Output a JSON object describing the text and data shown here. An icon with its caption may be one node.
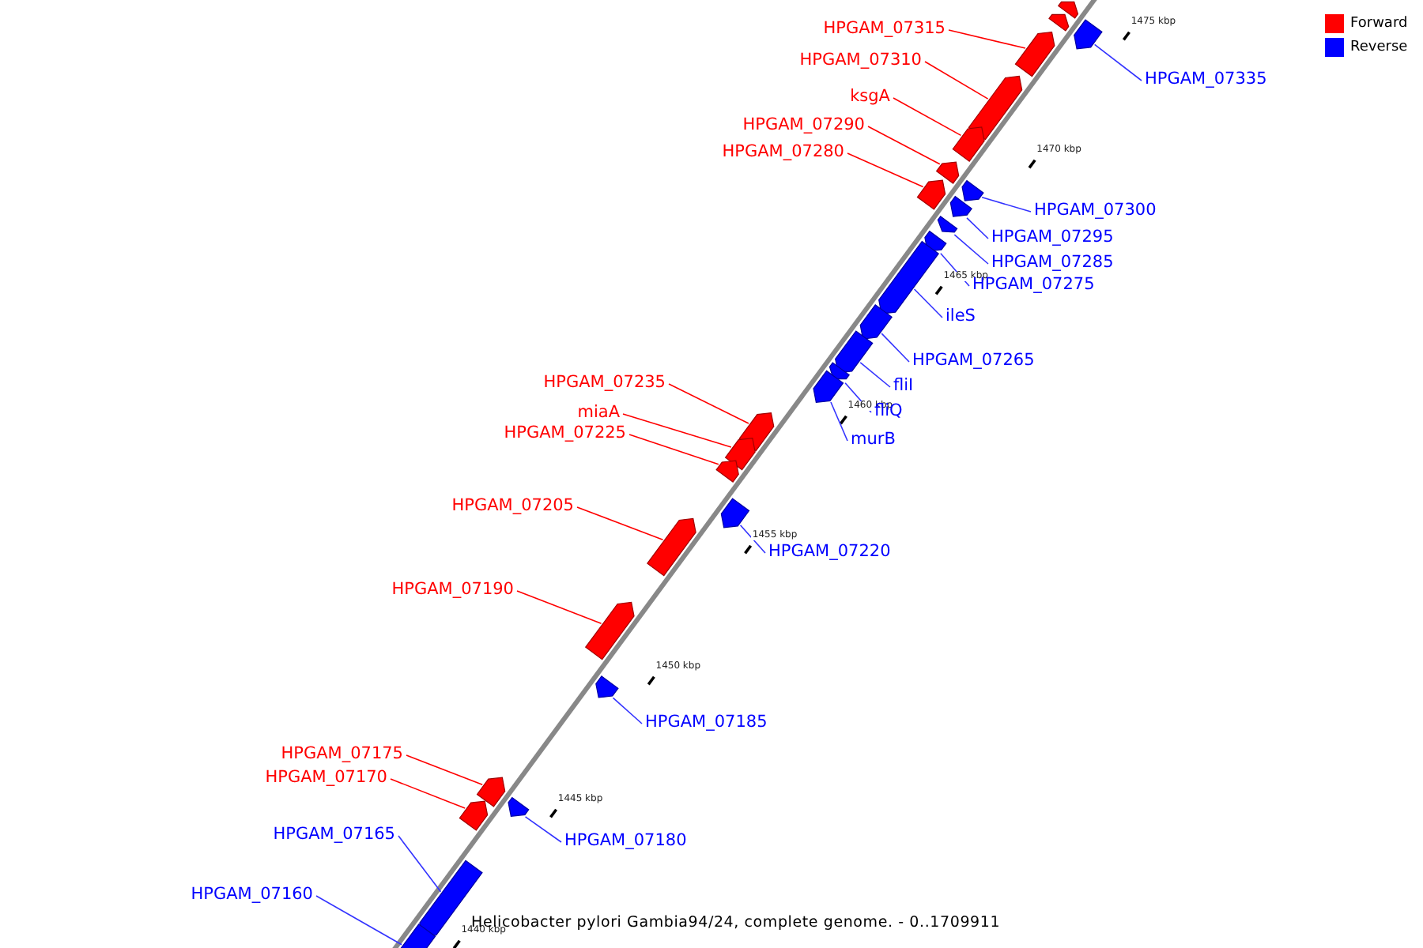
{
  "diagram": {
    "caption": "Helicobacter pylori Gambia94/24, complete genome. - 0..1709911",
    "nodes": [
      {
        "text": [
          "HPGAM_07315"
        ]
      },
      {
        "text": [],
        "shape": "arrow"
      },
      {
        "text": [
          "HPGAM_07310"
        ]
      },
      {
        "text": [],
        "shape": "arrow"
      },
      {
        "text": [
          "HPGAM_07335"
        ]
      },
      {
        "text": [],
        "shape": "arrow"
      },
      {
        "text": [
          "ksgA"
        ]
      },
      {
        "text": [],
        "shape": "arrow"
      },
      {
        "text": [
          "HPGAM_07290"
        ]
      },
      {
        "text": [],
        "shape": "arrow"
      },
      {
        "text": [
          "HPGAM_07280"
        ]
      },
      {
        "text": [],
        "shape": "arrow"
      },
      {
        "text": [
          "HPGAM_07300"
        ]
      },
      {
        "text": [],
        "shape": "arrow"
      },
      {
        "text": [
          "HPGAM_07295"
        ]
      },
      {
        "text": [],
        "shape": "arrow"
      },
      {
        "text": [
          "HPGAM_07285"
        ]
      },
      {
        "text": [],
        "shape": "arrow"
      },
      {
        "text": [
          "HPGAM_07275"
        ]
      },
      {
        "text": [],
        "shape": "arrow"
      },
      {
        "text": [
          "ileS"
        ]
      },
      {
        "text": [],
        "shape": "arrow"
      },
      {
        "text": [
          "HPGAM_07265"
        ]
      },
      {
        "text": [],
        "shape": "arrow"
      },
      {
        "text": [
          "HPGAM_07235"
        ]
      },
      {
        "text": [],
        "shape": "arrow"
      },
      {
        "text": [
          "fliI"
        ]
      },
      {
        "text": [],
        "shape": "arrow"
      },
      {
        "text": [
          "fliQ"
        ]
      },
      {
        "text": [],
        "shape": "arrow"
      },
      {
        "text": [
          "miaA"
        ]
      },
      {
        "text": [],
        "shape": "arrow"
      },
      {
        "text": [
          "HPGAM_07225"
        ]
      },
      {
        "text": [],
        "shape": "arrow"
      },
      {
        "text": [
          "murB"
        ]
      },
      {
        "text": [],
        "shape": "arrow"
      },
      {
        "text": [
          "HPGAM_07205"
        ]
      },
      {
        "text": [],
        "shape": "arrow"
      },
      {
        "text": [
          "HPGAM_07220"
        ]
      },
      {
        "text": [],
        "shape": "arrow"
      },
      {
        "text": [
          "HPGAM_07190"
        ]
      },
      {
        "text": [],
        "shape": "arrow"
      },
      {
        "text": [
          "HPGAM_07185"
        ]
      },
      {
        "text": [],
        "shape": "arrow"
      },
      {
        "text": [
          "HPGAM_07175"
        ]
      },
      {
        "text": [],
        "shape": "arrow"
      },
      {
        "text": [
          "HPGAM_07170"
        ]
      },
      {
        "text": [],
        "shape": "arrow"
      },
      {
        "text": [
          "HPGAM_07165"
        ]
      },
      {
        "text": [],
        "shape": "arrow"
      },
      {
        "text": [
          "HPGAM_07180"
        ]
      },
      {
        "text": [],
        "shape": "arrow"
      },
      {
        "text": [
          "HPGAM_07160"
        ]
      },
      {
        "text": [],
        "shape": "arrow"
      }
    ],
    "edges": [
      {
        "from": 0,
        "to": 1,
        "arrow": "none",
        "color": "#ff0000"
      },
      {
        "from": 2,
        "to": 3,
        "arrow": "none",
        "color": "#ff0000"
      },
      {
        "from": 4,
        "to": 5,
        "arrow": "none"
      },
      {
        "from": 6,
        "to": 7,
        "arrow": "none",
        "color": "#ff0000"
      },
      {
        "from": 8,
        "to": 9,
        "arrow": "none",
        "color": "#ff0000"
      },
      {
        "from": 10,
        "to": 11,
        "arrow": "none",
        "color": "#ff0000"
      },
      {
        "from": 12,
        "to": 13,
        "arrow": "none"
      },
      {
        "from": 14,
        "to": 15,
        "arrow": "none"
      },
      {
        "from": 16,
        "to": 17,
        "arrow": "none"
      },
      {
        "from": 18,
        "to": 19,
        "arrow": "none"
      },
      {
        "from": 20,
        "to": 21,
        "arrow": "none"
      },
      {
        "from": 22,
        "to": 23,
        "arrow": "none"
      },
      {
        "from": 24,
        "to": 25,
        "arrow": "none",
        "color": "#ff0000"
      },
      {
        "from": 26,
        "to": 27,
        "arrow": "none"
      },
      {
        "from": 28,
        "to": 29,
        "arrow": "none"
      },
      {
        "from": 30,
        "to": 31,
        "arrow": "none",
        "color": "#ff0000"
      },
      {
        "from": 32,
        "to": 33,
        "arrow": "none",
        "color": "#ff0000"
      },
      {
        "from": 34,
        "to": 35,
        "arrow": "none"
      },
      {
        "from": 36,
        "to": 37,
        "arrow": "none",
        "color": "#ff0000"
      },
      {
        "from": 38,
        "to": 39,
        "arrow": "none"
      },
      {
        "from": 40,
        "to": 41,
        "arrow": "none",
        "color": "#ff0000"
      },
      {
        "from": 42,
        "to": 43,
        "arrow": "none"
      },
      {
        "from": 44,
        "to": 45,
        "arrow": "none",
        "color": "#ff0000"
      },
      {
        "from": 46,
        "to": 47,
        "arrow": "none",
        "color": "#ff0000"
      },
      {
        "from": 48,
        "to": 49,
        "arrow": "none"
      },
      {
        "from": 50,
        "to": 51,
        "arrow": "none"
      },
      {
        "from": 52,
        "to": 53,
        "arrow": "none"
      }
    ],
    "labels": [
      "1475 kbp",
      "1470 kbp",
      "1465 kbp",
      "1460 kbp",
      "1455 kbp",
      "1450 kbp",
      "1445 kbp",
      "1440 kbp"
    ],
    "legend": [
      {
        "text": "Forward",
        "color": "#ff0000"
      },
      {
        "text": "Reverse",
        "color": "#0000ff"
      }
    ]
  }
}
